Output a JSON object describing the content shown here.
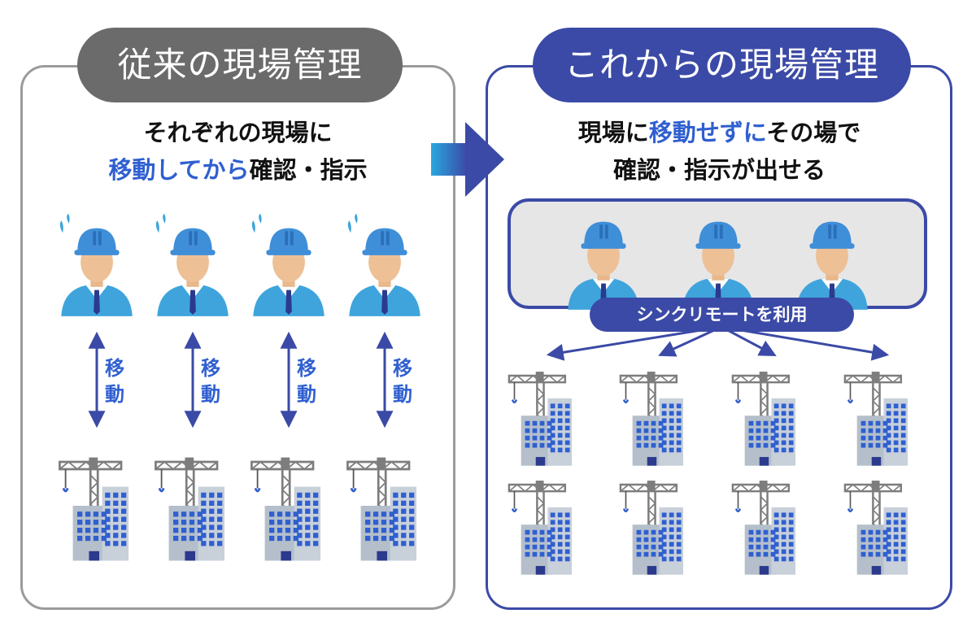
{
  "left": {
    "title": "従来の現場管理",
    "headline_line1": "それぞれの現場に",
    "headline_line2_highlight": "移動してから",
    "headline_line2_rest": "確認・指示",
    "move_label": "移\n動"
  },
  "right": {
    "title": "これからの現場管理",
    "headline_line1_a": "現場に",
    "headline_line1_highlight": "移動せずに",
    "headline_line1_b": "その場で",
    "headline_line2": "確認・指示が出せる",
    "badge": "シンクリモートを利用"
  },
  "colors": {
    "accent_blue": "#2f5fd0",
    "navy": "#3b4aa6",
    "gray_pill": "#6b6b6b",
    "helmet": "#3f8ed8",
    "uniform": "#3fa4dc",
    "building": "#b4bfcb",
    "window": "#2f5fd0",
    "crane": "#7d7d7d"
  },
  "icons": [
    "worker-icon",
    "crane-building-icon",
    "arrow-right-icon",
    "double-arrow-icon"
  ]
}
